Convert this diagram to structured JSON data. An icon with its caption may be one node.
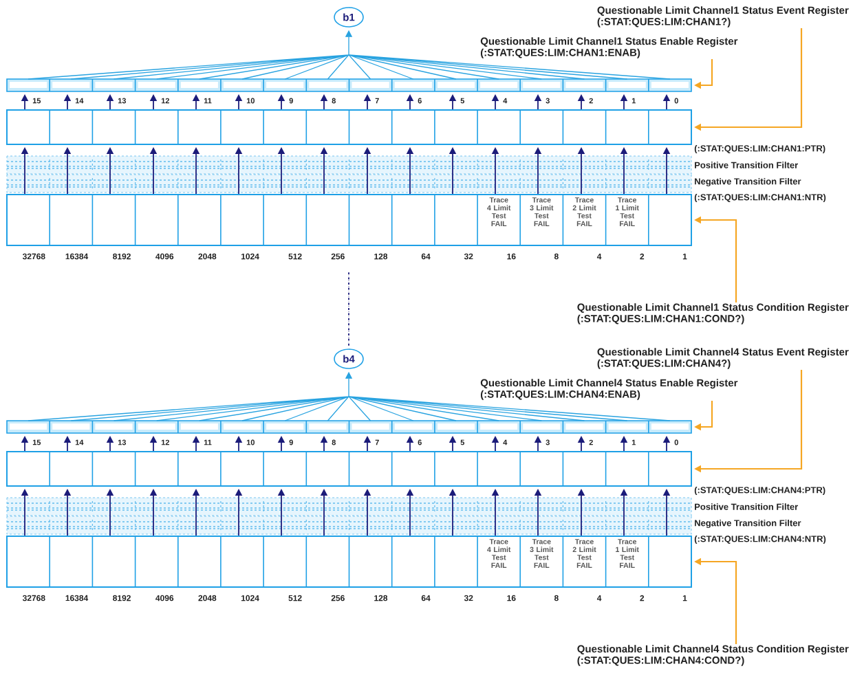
{
  "diagram": {
    "nodes": [
      {
        "text": [
          "b1"
        ]
      },
      {
        "text": [
          "Questionable Limit Channel1 Status Event Register",
          "(:STAT:QUES:LIM:CHAN1?)"
        ]
      },
      {
        "text": [
          "Questionable Limit Channel1 Status Enable Register",
          "(:STAT:QUES:LIM:CHAN1:ENAB)"
        ]
      },
      {
        "text": [],
        "shape": "bar"
      },
      {
        "text": [],
        "shape": "box"
      },
      {
        "text": [],
        "shape": "box"
      },
      {
        "text": [
          "Trace 4 Limit Test FAIL"
        ],
        "in": 5
      },
      {
        "text": [
          "Trace 3 Limit Test FAIL"
        ],
        "in": 5
      },
      {
        "text": [
          "Trace 2 Limit Test FAIL"
        ],
        "in": 5
      },
      {
        "text": [
          "Trace 1 Limit Test FAIL"
        ],
        "in": 5
      },
      {
        "text": [
          "Questionable Limit Channel1 Status Condition Register",
          "(:STAT:QUES:LIM:CHAN1:COND?)"
        ]
      },
      {
        "text": [
          "b4"
        ]
      },
      {
        "text": [
          "Questionable Limit Channel4 Status Event Register",
          "(:STAT:QUES:LIM:CHAN4?)"
        ]
      },
      {
        "text": [
          "Questionable Limit Channel4 Status Enable Register",
          "(:STAT:QUES:LIM:CHAN4:ENAB)"
        ]
      },
      {
        "text": [],
        "shape": "bar"
      },
      {
        "text": [],
        "shape": "box"
      },
      {
        "text": [],
        "shape": "box"
      },
      {
        "text": [
          "Trace 4 Limit Test FAIL"
        ],
        "in": 16
      },
      {
        "text": [
          "Trace 3 Limit Test FAIL"
        ],
        "in": 16
      },
      {
        "text": [
          "Trace 2 Limit Test FAIL"
        ],
        "in": 16
      },
      {
        "text": [
          "Trace 1 Limit Test FAIL"
        ],
        "in": 16
      },
      {
        "text": [
          "Questionable Limit Channel4 Status Condition Register",
          "(:STAT:QUES:LIM:CHAN4:COND?)"
        ]
      }
    ],
    "edges": [
      {
        "from": 5,
        "to": 4,
        "arrow": "to"
      },
      {
        "from": 5,
        "to": 4,
        "arrow": "to"
      },
      {
        "from": 5,
        "to": 4,
        "arrow": "to"
      },
      {
        "from": 5,
        "to": 4,
        "arrow": "to"
      },
      {
        "from": 5,
        "to": 4,
        "arrow": "to"
      },
      {
        "from": 5,
        "to": 4,
        "arrow": "to"
      },
      {
        "from": 5,
        "to": 4,
        "arrow": "to"
      },
      {
        "from": 5,
        "to": 4,
        "arrow": "to"
      },
      {
        "from": 5,
        "to": 4,
        "arrow": "to"
      },
      {
        "from": 5,
        "to": 4,
        "arrow": "to"
      },
      {
        "from": 5,
        "to": 4,
        "arrow": "to"
      },
      {
        "from": 5,
        "to": 4,
        "arrow": "to"
      },
      {
        "from": 5,
        "to": 4,
        "arrow": "to"
      },
      {
        "from": 5,
        "to": 4,
        "arrow": "to"
      },
      {
        "from": 5,
        "to": 4,
        "arrow": "to"
      },
      {
        "from": 5,
        "to": 4,
        "arrow": "to"
      },
      {
        "from": 4,
        "to": 3,
        "arrow": "to",
        "label": "15"
      },
      {
        "from": 4,
        "to": 3,
        "arrow": "to",
        "label": "14"
      },
      {
        "from": 4,
        "to": 3,
        "arrow": "to",
        "label": "13"
      },
      {
        "from": 4,
        "to": 3,
        "arrow": "to",
        "label": "12"
      },
      {
        "from": 4,
        "to": 3,
        "arrow": "to",
        "label": "11"
      },
      {
        "from": 4,
        "to": 3,
        "arrow": "to",
        "label": "10"
      },
      {
        "from": 4,
        "to": 3,
        "arrow": "to",
        "label": "9"
      },
      {
        "from": 4,
        "to": 3,
        "arrow": "to",
        "label": "8"
      },
      {
        "from": 4,
        "to": 3,
        "arrow": "to",
        "label": "7"
      },
      {
        "from": 4,
        "to": 3,
        "arrow": "to",
        "label": "6"
      },
      {
        "from": 4,
        "to": 3,
        "arrow": "to",
        "label": "5"
      },
      {
        "from": 4,
        "to": 3,
        "arrow": "to",
        "label": "4"
      },
      {
        "from": 4,
        "to": 3,
        "arrow": "to",
        "label": "3"
      },
      {
        "from": 4,
        "to": 3,
        "arrow": "to",
        "label": "2"
      },
      {
        "from": 4,
        "to": 3,
        "arrow": "to",
        "label": "1"
      },
      {
        "from": 4,
        "to": 3,
        "arrow": "to",
        "label": "0"
      },
      {
        "from": 3,
        "to": 0,
        "arrow": "to",
        "color": "#29a3e0"
      },
      {
        "from": 1,
        "to": 4,
        "arrow": "to",
        "color": "#f5a623"
      },
      {
        "from": 2,
        "to": 3,
        "arrow": "to",
        "color": "#f5a623"
      },
      {
        "from": 10,
        "to": 5,
        "arrow": "to",
        "color": "#f5a623"
      },
      {
        "from": 16,
        "to": 15,
        "arrow": "to"
      },
      {
        "from": 16,
        "to": 15,
        "arrow": "to"
      },
      {
        "from": 16,
        "to": 15,
        "arrow": "to"
      },
      {
        "from": 16,
        "to": 15,
        "arrow": "to"
      },
      {
        "from": 16,
        "to": 15,
        "arrow": "to"
      },
      {
        "from": 16,
        "to": 15,
        "arrow": "to"
      },
      {
        "from": 16,
        "to": 15,
        "arrow": "to"
      },
      {
        "from": 16,
        "to": 15,
        "arrow": "to"
      },
      {
        "from": 16,
        "to": 15,
        "arrow": "to"
      },
      {
        "from": 16,
        "to": 15,
        "arrow": "to"
      },
      {
        "from": 16,
        "to": 15,
        "arrow": "to"
      },
      {
        "from": 16,
        "to": 15,
        "arrow": "to"
      },
      {
        "from": 16,
        "to": 15,
        "arrow": "to"
      },
      {
        "from": 16,
        "to": 15,
        "arrow": "to"
      },
      {
        "from": 16,
        "to": 15,
        "arrow": "to"
      },
      {
        "from": 16,
        "to": 15,
        "arrow": "to"
      },
      {
        "from": 15,
        "to": 14,
        "arrow": "to",
        "label": "15"
      },
      {
        "from": 15,
        "to": 14,
        "arrow": "to",
        "label": "14"
      },
      {
        "from": 15,
        "to": 14,
        "arrow": "to",
        "label": "13"
      },
      {
        "from": 15,
        "to": 14,
        "arrow": "to",
        "label": "12"
      },
      {
        "from": 15,
        "to": 14,
        "arrow": "to",
        "label": "11"
      },
      {
        "from": 15,
        "to": 14,
        "arrow": "to",
        "label": "10"
      },
      {
        "from": 15,
        "to": 14,
        "arrow": "to",
        "label": "9"
      },
      {
        "from": 15,
        "to": 14,
        "arrow": "to",
        "label": "8"
      },
      {
        "from": 15,
        "to": 14,
        "arrow": "to",
        "label": "7"
      },
      {
        "from": 15,
        "to": 14,
        "arrow": "to",
        "label": "6"
      },
      {
        "from": 15,
        "to": 14,
        "arrow": "to",
        "label": "5"
      },
      {
        "from": 15,
        "to": 14,
        "arrow": "to",
        "label": "4"
      },
      {
        "from": 15,
        "to": 14,
        "arrow": "to",
        "label": "3"
      },
      {
        "from": 15,
        "to": 14,
        "arrow": "to",
        "label": "2"
      },
      {
        "from": 15,
        "to": 14,
        "arrow": "to",
        "label": "1"
      },
      {
        "from": 15,
        "to": 14,
        "arrow": "to",
        "label": "0"
      },
      {
        "from": 14,
        "to": 11,
        "arrow": "to",
        "color": "#29a3e0"
      },
      {
        "from": 12,
        "to": 15,
        "arrow": "to",
        "color": "#f5a623"
      },
      {
        "from": 13,
        "to": 14,
        "arrow": "to",
        "color": "#f5a623"
      },
      {
        "from": 21,
        "to": 16,
        "arrow": "to",
        "color": "#f5a623"
      },
      {
        "from": null,
        "to": 11,
        "arrow": "none",
        "style": "dashed"
      }
    ],
    "labels": [
      "(:STAT:QUES:LIM:CHAN1:PTR)",
      "Positive Transition Filter",
      "Negative Transition Filter",
      "(:STAT:QUES:LIM:CHAN1:NTR)",
      "32768",
      "16384",
      "8192",
      "4096",
      "2048",
      "1024",
      "512",
      "256",
      "128",
      "64",
      "32",
      "16",
      "8",
      "4",
      "2",
      "1",
      "(:STAT:QUES:LIM:CHAN4:PTR)",
      "Positive Transition Filter",
      "Negative Transition Filter",
      "(:STAT:QUES:LIM:CHAN4:NTR)",
      "32768",
      "16384",
      "8192",
      "4096",
      "2048",
      "1024",
      "512",
      "256",
      "128",
      "64",
      "32",
      "16",
      "8",
      "4",
      "2",
      "1"
    ]
  }
}
